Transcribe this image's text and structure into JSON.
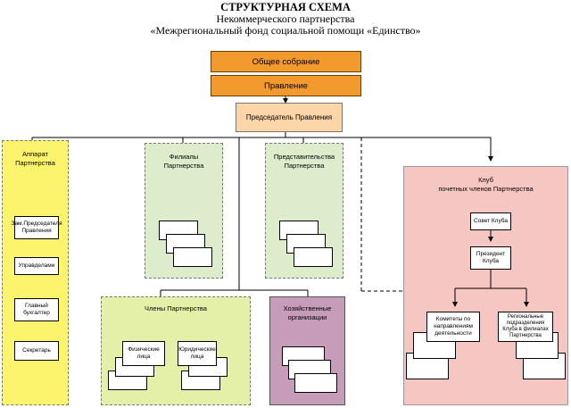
{
  "title": {
    "line1": "СТРУКТУРНАЯ СХЕМА",
    "line2": "Некоммерческого партнерства",
    "line3": "«Межрегиональный фонд социальной помощи «Единство»"
  },
  "top": {
    "general_meeting": "Общее собрание",
    "board": "Правление",
    "chairman": "Председатель Правления"
  },
  "apparatus": {
    "label_l1": "Аппарат",
    "label_l2": "Партнерства",
    "items": [
      "Зам.Председателя Правления",
      "Управделами",
      "Главный бухгалтер",
      "Секретарь"
    ]
  },
  "branches": {
    "label_l1": "Филиалы",
    "label_l2": "Партнерства"
  },
  "representations": {
    "label_l1": "Представительства",
    "label_l2": "Партнерства"
  },
  "club": {
    "label_l1": "Клуб",
    "label_l2": "почетных членов Партнерства",
    "council": "Совет Клуба",
    "president": "Президент Клуба",
    "committees": "Комитеты по направлениям деятельности",
    "regional": "Региональные подразделения Клуба в филиалах Партнерства"
  },
  "members": {
    "label": "Члены Партнерства",
    "individuals": "Физические лица",
    "legal": "Юридические лица"
  },
  "economic": {
    "label_l1": "Хозяйственные",
    "label_l2": "организации"
  }
}
